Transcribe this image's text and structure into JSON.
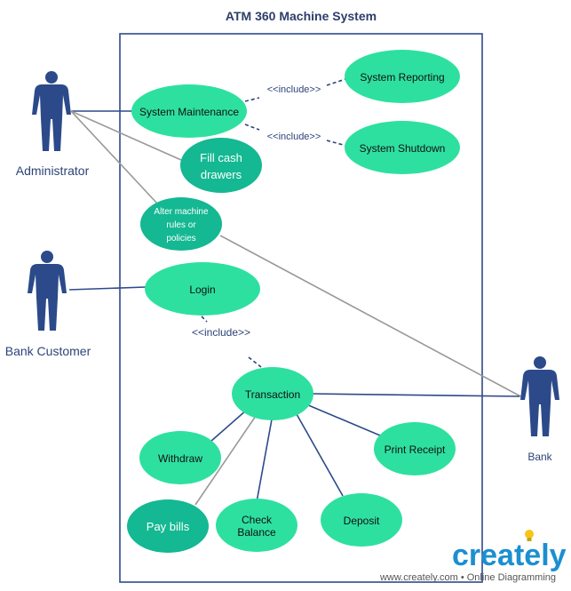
{
  "diagram": {
    "title": "ATM 360 Machine System",
    "actors": {
      "administrator": "Administrator",
      "bank_customer": "Bank Customer",
      "bank": "Bank"
    },
    "use_cases": {
      "system_maintenance": "System Maintenance",
      "system_reporting": "System Reporting",
      "system_shutdown": "System Shutdown",
      "fill_cash_drawers": [
        "Fill cash",
        "drawers"
      ],
      "alter_machine_rules": [
        "Alter machine",
        "rules or",
        "policies"
      ],
      "login": "Login",
      "transaction": "Transaction",
      "withdraw": "Withdraw",
      "pay_bills": "Pay bills",
      "check_balance": [
        "Check",
        "Balance"
      ],
      "deposit": "Deposit",
      "print_receipt": "Print Receipt"
    },
    "relationships": {
      "include_reporting": "<<include>>",
      "include_shutdown": "<<include>>",
      "include_login": "<<include>>"
    },
    "colors": {
      "use_case_light": "#2ee0a0",
      "use_case_dark": "#14b892",
      "actor": "#2c4a8a",
      "boundary": "#2d4a8a"
    }
  },
  "branding": {
    "logo": "creately",
    "tagline": "www.creately.com • Online Diagramming"
  }
}
